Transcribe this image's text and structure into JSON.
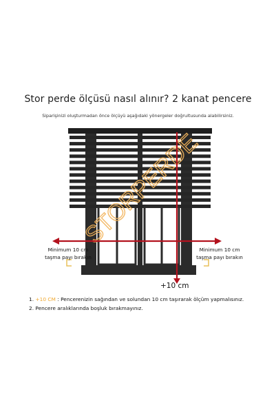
{
  "title": "Stor perde ölçüsü nasıl alınır? 2 kanat pencere",
  "subtitle": "Siparişinizi oluşturmadan önce ölçüyü aşağıdaki yönergeler doğrultusunda alabilirsiniz.",
  "left_label": [
    "Minimum 10 cm",
    "taşma payı bırakın"
  ],
  "right_label": [
    "Minimum 10 cm",
    "taşma payı bırakın"
  ],
  "plus_label": "+10 cm",
  "watermark": "STORPERDE",
  "notes": [
    {
      "num": "1.",
      "accent": "+10 CM",
      "text": " : Pencerenizin sağından ve solundan 10 cm taşırarak ölçüm yapmalısınız."
    },
    {
      "num": "2.",
      "accent": "",
      "text": "Pencere aralıklarında boşluk bırakmayınız."
    }
  ],
  "colors": {
    "frame": "#2b2b2b",
    "slat": "#262626",
    "arrow": "#b3121e",
    "watermark": "#f2b35a",
    "accent": "#f0a830",
    "bracket": "#e8c15a"
  }
}
